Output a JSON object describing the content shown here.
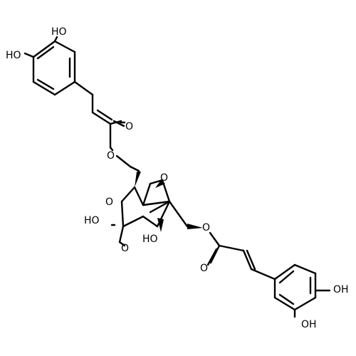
{
  "labels": {
    "ho_top": "HO",
    "ho_left": "HO",
    "o_ester1_carbonyl": "O",
    "o_ester1_link": "O",
    "o_bridge_right": "O",
    "o_bridge_left": "O",
    "cooh_ho": "HO",
    "cooh_o": "O",
    "oh_ring": "HO",
    "o_ester2_link": "O",
    "o_ester2_carbonyl": "O",
    "oh_right_top": "OH",
    "oh_right_bottom": "OH"
  },
  "colors": {
    "ink": "#000000",
    "background": "#ffffff"
  }
}
